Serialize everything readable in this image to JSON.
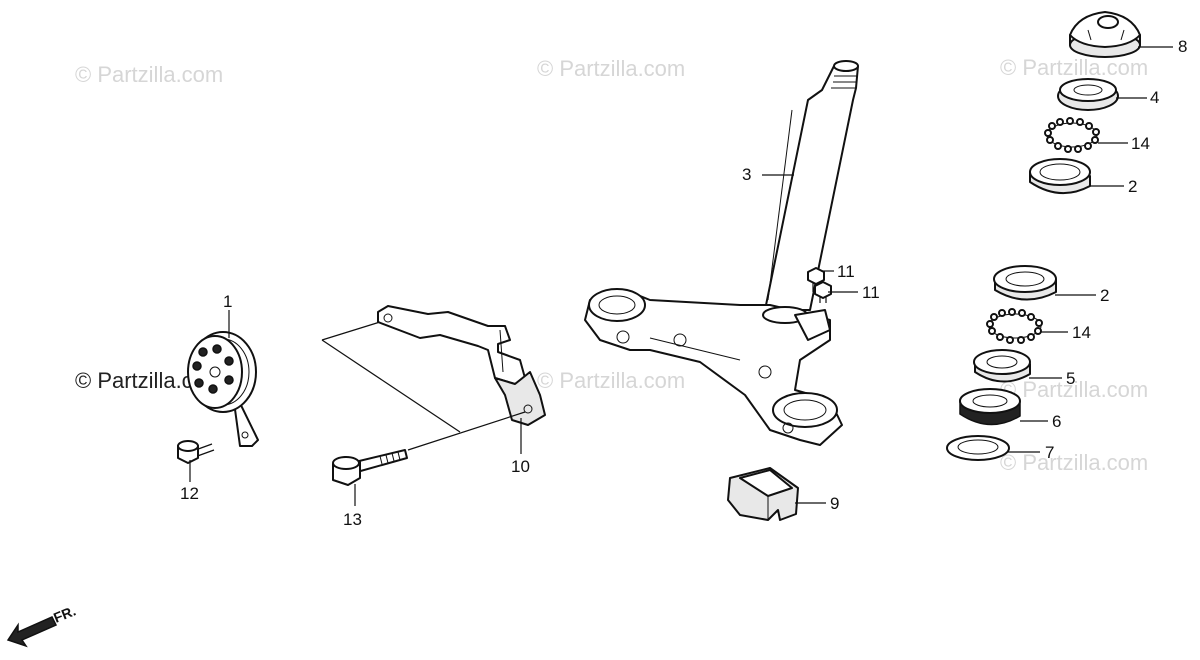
{
  "watermarks": [
    "© Partzilla.com",
    "© Partzilla.com",
    "© Partzilla.com",
    "© Partzilla.com",
    "© Partzilla.com",
    "© Partzilla.com",
    "© Partzilla.com"
  ],
  "callouts": {
    "c1": "1",
    "c2a": "2",
    "c2b": "2",
    "c3": "3",
    "c4": "4",
    "c5": "5",
    "c6": "6",
    "c7": "7",
    "c8": "8",
    "c9": "9",
    "c10": "10",
    "c11a": "11",
    "c11b": "11",
    "c12": "12",
    "c13": "13",
    "c14a": "14",
    "c14b": "14"
  },
  "direction_indicator": "FR."
}
